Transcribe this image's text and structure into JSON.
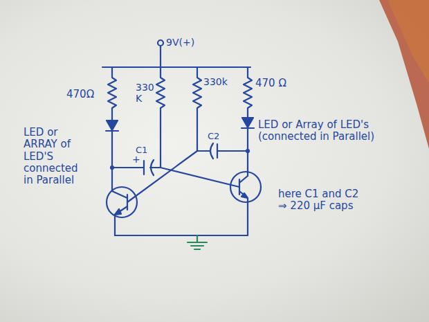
{
  "diagram": {
    "labels": [
      "9V(+)",
      "470Ω",
      "330 K",
      "330k",
      "470 Ω",
      "C1",
      "C2",
      "+",
      "LED or ARRAY of LED'S connected in Parallel",
      "LED or Array of LED's (connected in Parallel)",
      "here C1 and C2 ⇒ 220 μF caps"
    ]
  }
}
